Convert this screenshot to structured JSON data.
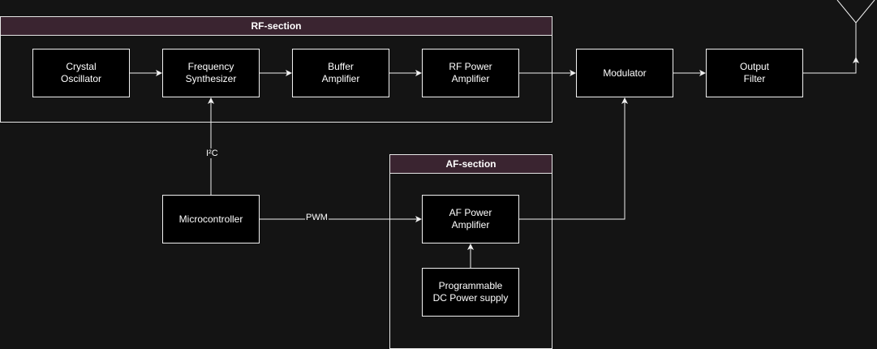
{
  "colors": {
    "background": "#141414",
    "group_header": "#3a2430",
    "stroke": "#f0f0f0",
    "block_fill": "#000000",
    "text": "#ffffff"
  },
  "groups": {
    "rf": {
      "title": "RF-section"
    },
    "af": {
      "title": "AF-section"
    }
  },
  "blocks": {
    "crystal": "Crystal\nOscillator",
    "synth": "Frequency\nSynthesizer",
    "buffer": "Buffer\nAmplifier",
    "rfpa": "RF Power\nAmplifier",
    "modulator": "Modulator",
    "filter": "Output\nFilter",
    "mcu": "Microcontroller",
    "afpa": "AF Power\nAmplifier",
    "psu": "Programmable\nDC Power supply"
  },
  "edges": {
    "i2c_label": "I²C",
    "pwm_label": "PWM"
  },
  "icons": {
    "antenna": "antenna-icon"
  }
}
